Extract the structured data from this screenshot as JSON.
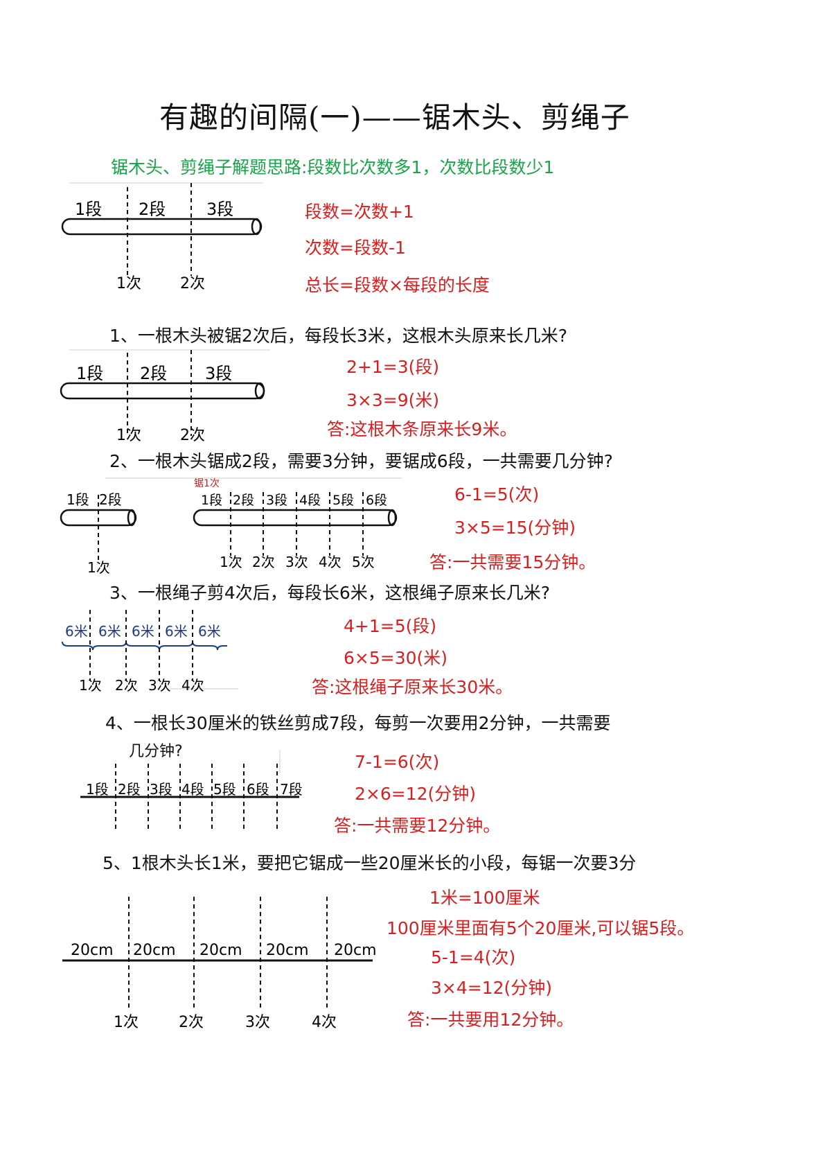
{
  "title": "有趣的间隔(一)——锯木头、剪绳子",
  "tip": "锯木头、剪绳子解题思路:段数比次数多1，次数比段数少1",
  "formulas": [
    "段数=次数+1",
    "次数=段数-1",
    "总长=段数×每段的长度"
  ],
  "intro_figure": {
    "segments": [
      "1段",
      "2段",
      "3段"
    ],
    "cuts": [
      "1次",
      "2次"
    ]
  },
  "q1": {
    "question": "1、一根木头被锯2次后，每段长3米，这根木头原来长几米?",
    "figure": {
      "segments": [
        "1段",
        "2段",
        "3段"
      ],
      "cuts": [
        "1次",
        "2次"
      ]
    },
    "steps": [
      "2+1=3(段)",
      "3×3=9(米)"
    ],
    "answer": "答:这根木条原来长9米。"
  },
  "q2": {
    "question": "2、一根木头锯成2段，需要3分钟，要锯成6段，一共需要几分钟?",
    "figure_small": {
      "segments": [
        "1段",
        "2段"
      ],
      "cuts": [
        "1次"
      ]
    },
    "figure_large": {
      "note": "锯1次",
      "segments": [
        "1段",
        "2段",
        "3段",
        "4段",
        "5段",
        "6段"
      ],
      "cuts": [
        "1次",
        "2次",
        "3次",
        "4次",
        "5次"
      ]
    },
    "steps": [
      "6-1=5(次)",
      "3×5=15(分钟)"
    ],
    "answer": "答:一共需要15分钟。"
  },
  "q3": {
    "question": "3、一根绳子剪4次后，每段长6米，这根绳子原来长几米?",
    "figure": {
      "segments": [
        "6米",
        "6米",
        "6米",
        "6米",
        "6米"
      ],
      "cuts": [
        "1次",
        "2次",
        "3次",
        "4次"
      ]
    },
    "steps": [
      "4+1=5(段)",
      "6×5=30(米)"
    ],
    "answer": "答:这根绳子原来长30米。"
  },
  "q4": {
    "question_line1": "4、一根长30厘米的铁丝剪成7段，每剪一次要用2分钟，一共需要",
    "question_line2": "几分钟?",
    "figure": {
      "segments": [
        "1段",
        "2段",
        "3段",
        "4段",
        "5段",
        "6段",
        "7段"
      ]
    },
    "steps": [
      "7-1=6(次)",
      "2×6=12(分钟)"
    ],
    "answer": "答:一共需要12分钟。"
  },
  "q5": {
    "question": "5、1根木头长1米，要把它锯成一些20厘米长的小段，每锯一次要3分",
    "figure": {
      "segments": [
        "20cm",
        "20cm",
        "20cm",
        "20cm",
        "20cm"
      ],
      "cuts": [
        "1次",
        "2次",
        "3次",
        "4次"
      ]
    },
    "steps": [
      "1米=100厘米",
      "100厘米里面有5个20厘米,可以锯5段。",
      "5-1=4(次)",
      "3×4=12(分钟)"
    ],
    "answer": "答:一共要用12分钟。"
  }
}
